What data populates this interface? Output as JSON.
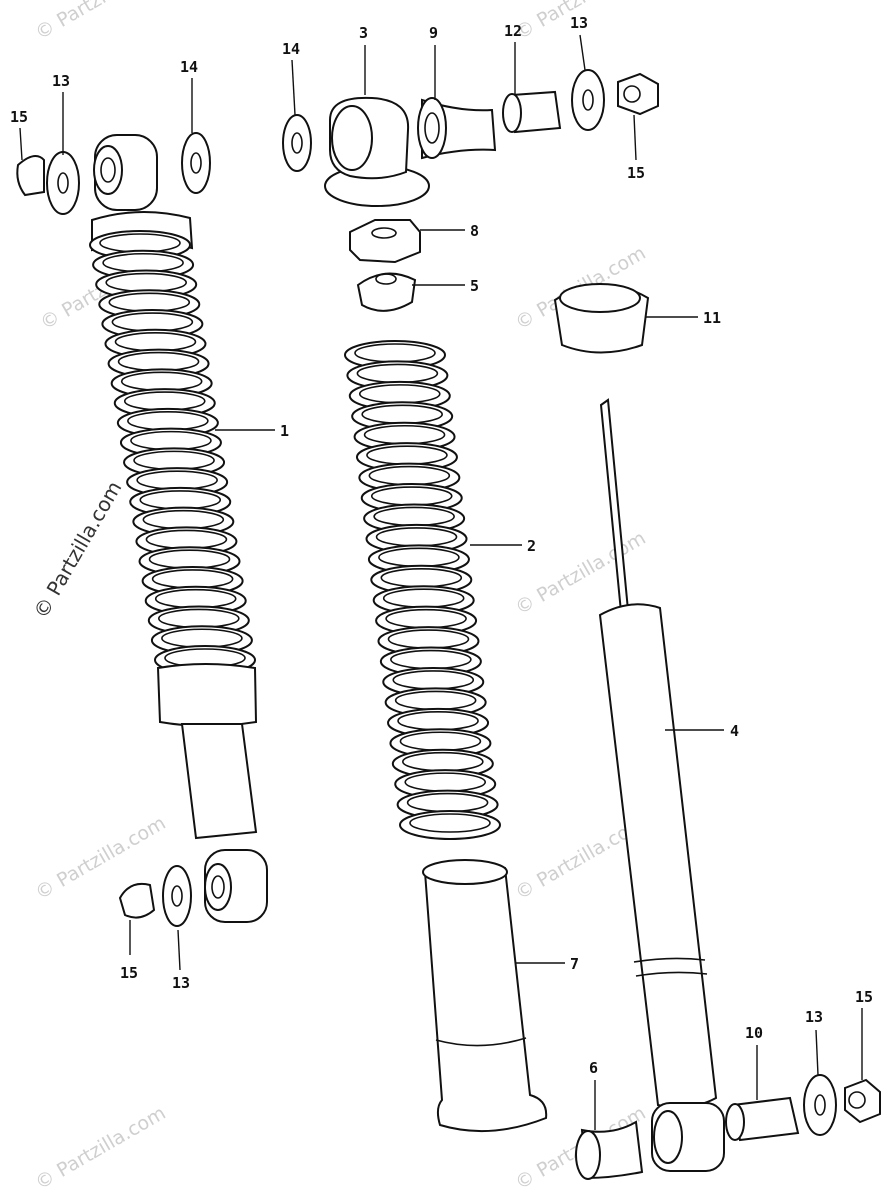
{
  "watermark": "© Partzilla.com",
  "callouts": [
    {
      "id": "1",
      "text": "1"
    },
    {
      "id": "2",
      "text": "2"
    },
    {
      "id": "3",
      "text": "3"
    },
    {
      "id": "4",
      "text": "4"
    },
    {
      "id": "5",
      "text": "5"
    },
    {
      "id": "6",
      "text": "6"
    },
    {
      "id": "7",
      "text": "7"
    },
    {
      "id": "8",
      "text": "8"
    },
    {
      "id": "9",
      "text": "9"
    },
    {
      "id": "10",
      "text": "10"
    },
    {
      "id": "11",
      "text": "11"
    },
    {
      "id": "12",
      "text": "12"
    },
    {
      "id": "13",
      "text": "13"
    },
    {
      "id": "14",
      "text": "14"
    },
    {
      "id": "15",
      "text": "15"
    }
  ]
}
